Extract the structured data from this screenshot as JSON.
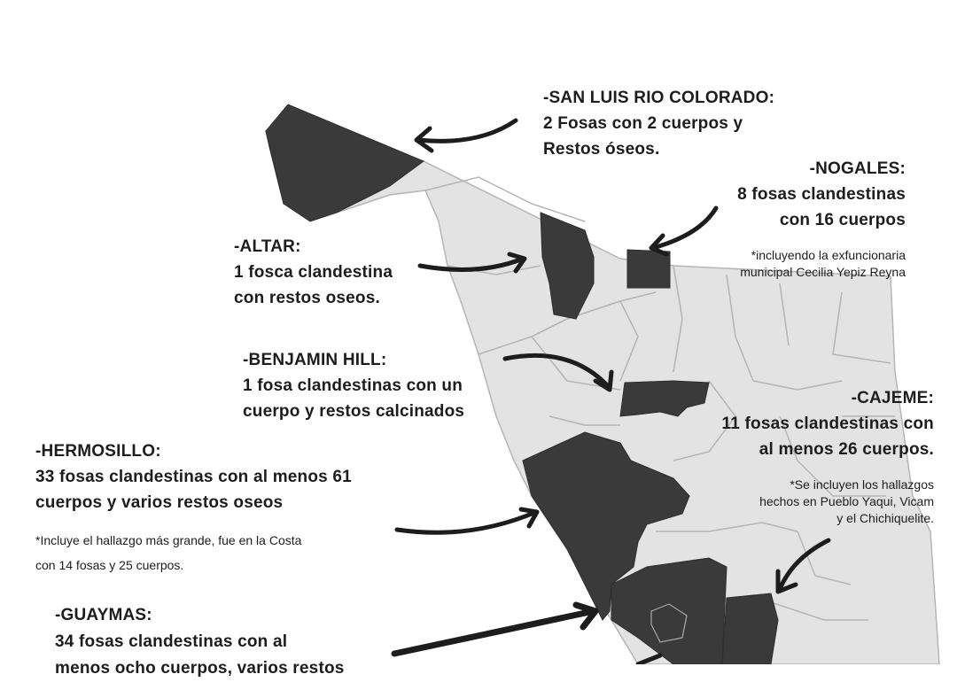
{
  "colors": {
    "region_light": "#e3e3e3",
    "region_dark": "#3a3a3a",
    "border": "#bdbdbd",
    "text": "#1d1d1d"
  },
  "labels": {
    "san_luis": {
      "title": "-SAN LUIS RIO COLORADO:",
      "lines": [
        "2 Fosas con 2 cuerpos y",
        "Restos óseos."
      ]
    },
    "nogales": {
      "title": "-NOGALES:",
      "lines": [
        "8 fosas clandestinas",
        "con 16 cuerpos"
      ],
      "note": [
        "*incluyendo la exfuncionaria",
        "municipal Cecilia Yepiz Reyna"
      ]
    },
    "altar": {
      "title": "-ALTAR:",
      "lines": [
        "1 fosca clandestina",
        "con restos oseos."
      ]
    },
    "benjamin_hill": {
      "title": "-BENJAMIN HILL:",
      "lines": [
        "1 fosa clandestinas con un",
        "cuerpo y restos calcinados"
      ]
    },
    "cajeme": {
      "title": "-CAJEME:",
      "lines": [
        "11 fosas clandestinas con",
        "al menos 26 cuerpos."
      ],
      "note": [
        "*Se incluyen los hallazgos",
        "hechos en Pueblo Yaqui, Vicam",
        "y el Chichiquelite."
      ]
    },
    "hermosillo": {
      "title": "-HERMOSILLO:",
      "lines": [
        "33 fosas clandestinas con al menos 61",
        "cuerpos y varios restos oseos"
      ],
      "note": [
        "*Incluye el hallazgo más grande, fue en la Costa",
        "con 14 fosas y 25 cuerpos."
      ]
    },
    "guaymas": {
      "title": "-GUAYMAS:",
      "lines": [
        "34 fosas clandestinas con al",
        "menos ocho cuerpos, varios restos"
      ]
    }
  }
}
